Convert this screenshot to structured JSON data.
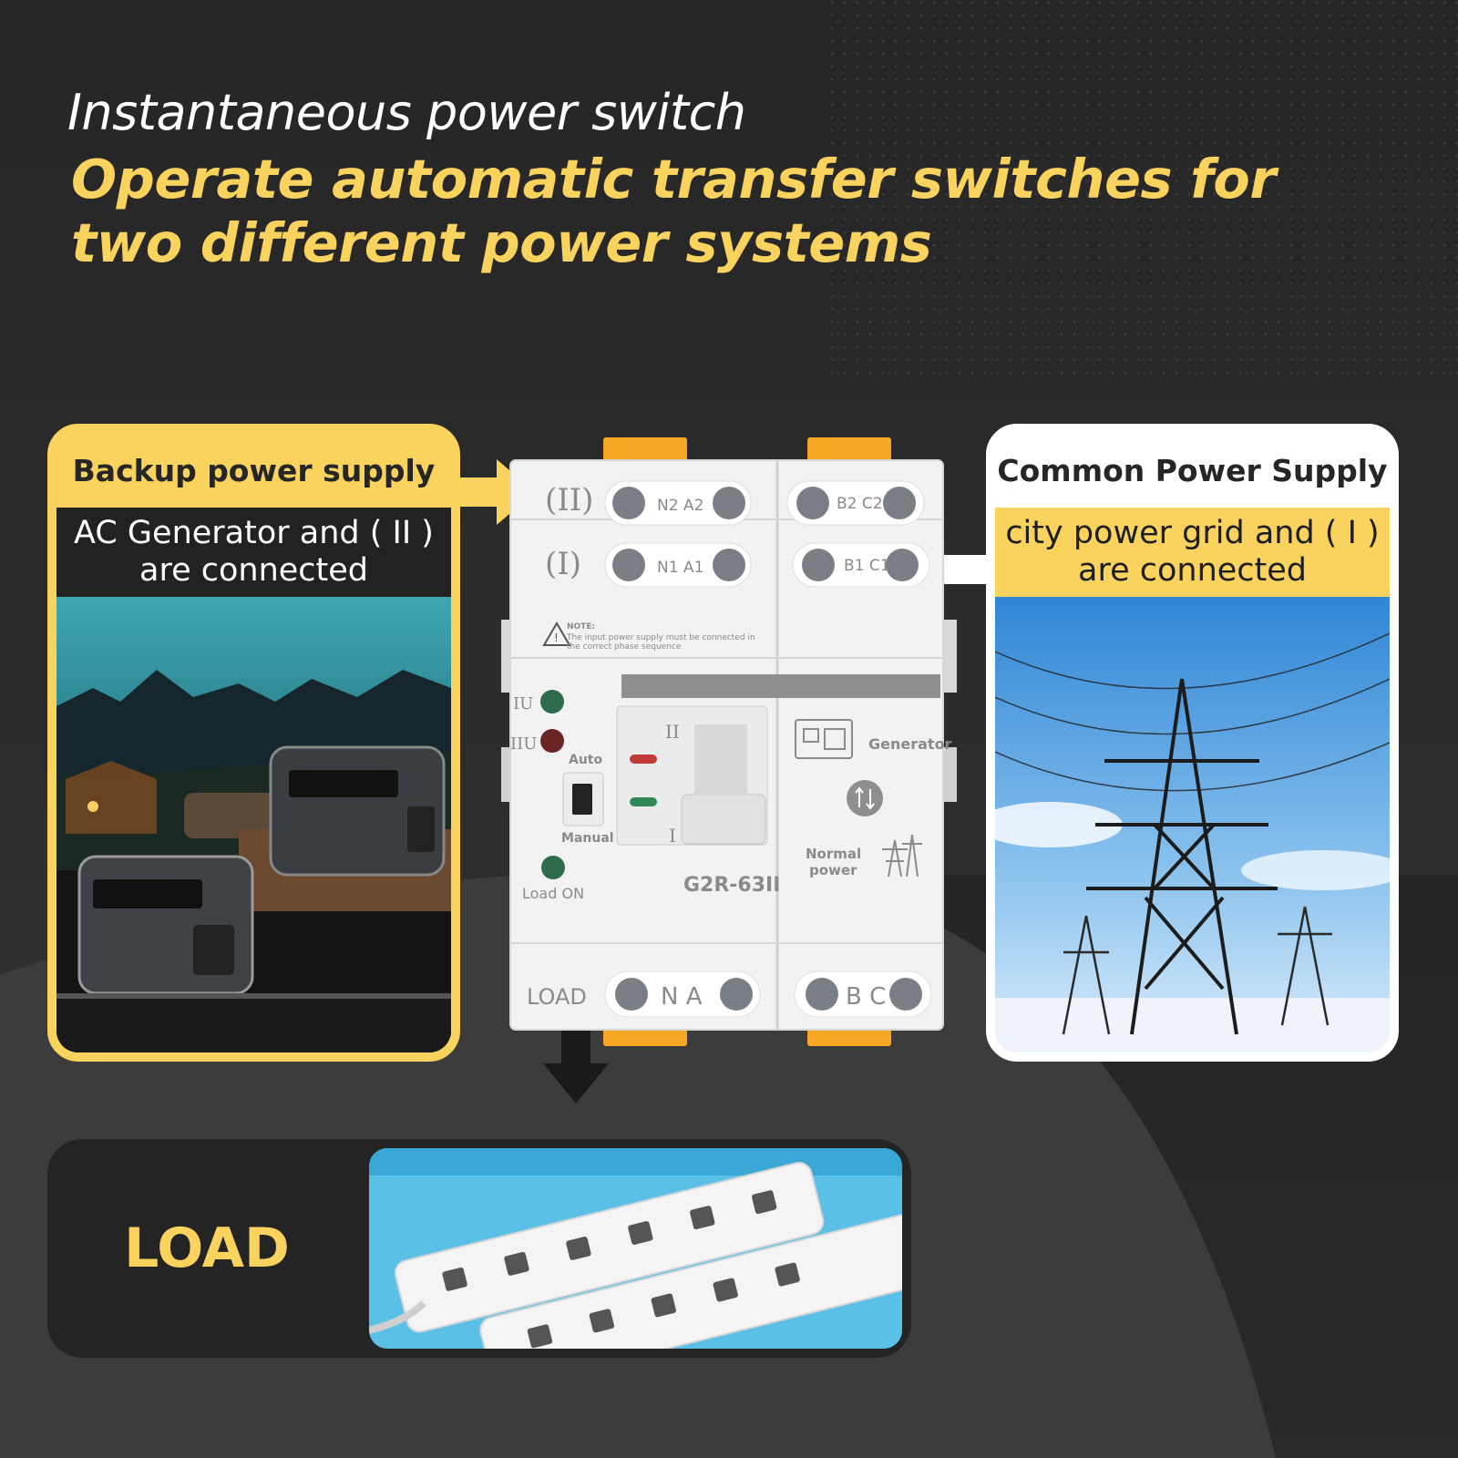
{
  "header": {
    "subtitle": "Instantaneous power switch",
    "title_line1": "Operate automatic transfer switches for",
    "title_line2": "two different power systems"
  },
  "backup_panel": {
    "title": "Backup power supply",
    "desc_line1": "AC Generator and ( II )",
    "desc_line2": "are connected"
  },
  "common_panel": {
    "title": "Common Power Supply",
    "desc_line1": "city power grid and ( I )",
    "desc_line2": "are connected"
  },
  "switch_device": {
    "row_ii_label": "(II)",
    "row_i_label": "(I)",
    "terminal_n2a2": "N2 A2",
    "terminal_b2c2": "B2 C2",
    "terminal_n1a1": "N1 A1",
    "terminal_b1c1": "B1 C1",
    "note_title": "NOTE:",
    "note_line1": "The input power supply must be connected in",
    "note_line2": "the correct phase sequence",
    "ind_iu": "IU",
    "ind_iiu": "IIU",
    "auto": "Auto",
    "manual": "Manual",
    "load_on": "Load ON",
    "pos_ii": "II",
    "pos_i": "I",
    "model": "G2R-63II",
    "generator": "Generator",
    "normal_power_1": "Normal",
    "normal_power_2": "power",
    "load_terminal_label": "LOAD",
    "terminal_na": "N A",
    "terminal_bc": "B C"
  },
  "load": {
    "label": "LOAD"
  },
  "colors": {
    "accent_yellow": "#fad25e",
    "background": "#2a2a2a",
    "panel_dark": "#222222",
    "device_white": "#f2f2f2",
    "clip_orange": "#f5a623"
  }
}
